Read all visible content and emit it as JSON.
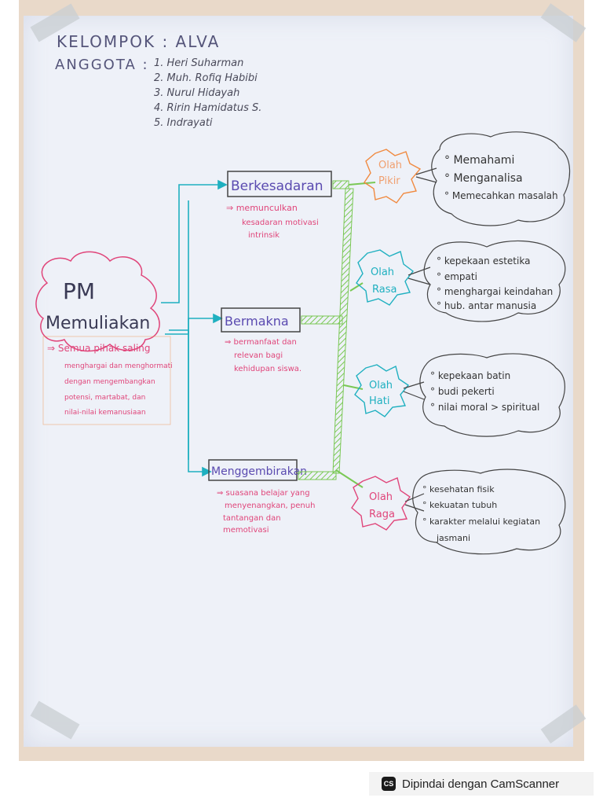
{
  "header": {
    "group_label": "KELOMPOK : ALVA",
    "members_label": "ANGGOTA :",
    "members": [
      "1. Heri Suharman",
      "2. Muh. Rofiq Habibi",
      "3. Nurul Hidayah",
      "4. Ririn Hamidatus S.",
      "5. Indrayati"
    ]
  },
  "root": {
    "line1": "PM",
    "line2": "Memuliakan",
    "desc": [
      "⇒ Semua pihak saling",
      "menghargai dan menghormati",
      "dengan mengembangkan",
      "potensi, martabat, dan",
      "nilai-nilai kemanusiaan"
    ]
  },
  "middle": [
    {
      "label": "Berkesadaran",
      "desc": [
        "⇒ memunculkan",
        "kesadaran motivasi",
        "intrinsik"
      ]
    },
    {
      "label": "Bermakna",
      "desc": [
        "⇒ bermanfaat dan",
        "relevan bagi",
        "kehidupan siswa."
      ]
    },
    {
      "label": "Menggembirakan",
      "desc": [
        "⇒ suasana belajar yang",
        "menyenangkan, penuh",
        "tantangan dan",
        "memotivasi"
      ]
    }
  ],
  "olah": [
    {
      "line1": "Olah",
      "line2": "Pikir",
      "items": [
        "° Memahami",
        "° Menganalisa",
        "° Memecahkan masalah"
      ]
    },
    {
      "line1": "Olah",
      "line2": "Rasa",
      "items": [
        "° kepekaan estetika",
        "° empati",
        "° menghargai keindahan",
        "° hub. antar manusia"
      ]
    },
    {
      "line1": "Olah",
      "line2": "Hati",
      "items": [
        "° kepekaan batin",
        "° budi pekerti",
        "° nilai moral > spiritual"
      ]
    },
    {
      "line1": "Olah",
      "line2": "Raga",
      "items": [
        "° kesehatan fisik",
        "° kekuatan tubuh",
        "° karakter melalui kegiatan",
        "jasmani"
      ]
    }
  ],
  "footer": {
    "logo": "CS",
    "text": "Dipindai dengan CamScanner"
  },
  "colors": {
    "paper": "#eef1f8",
    "wall": "#e9d9c9",
    "ink": "#4a4a5a",
    "pink": "#e0457a",
    "orange": "#f08a40",
    "teal": "#1fb0c0",
    "green": "#7ac855"
  }
}
